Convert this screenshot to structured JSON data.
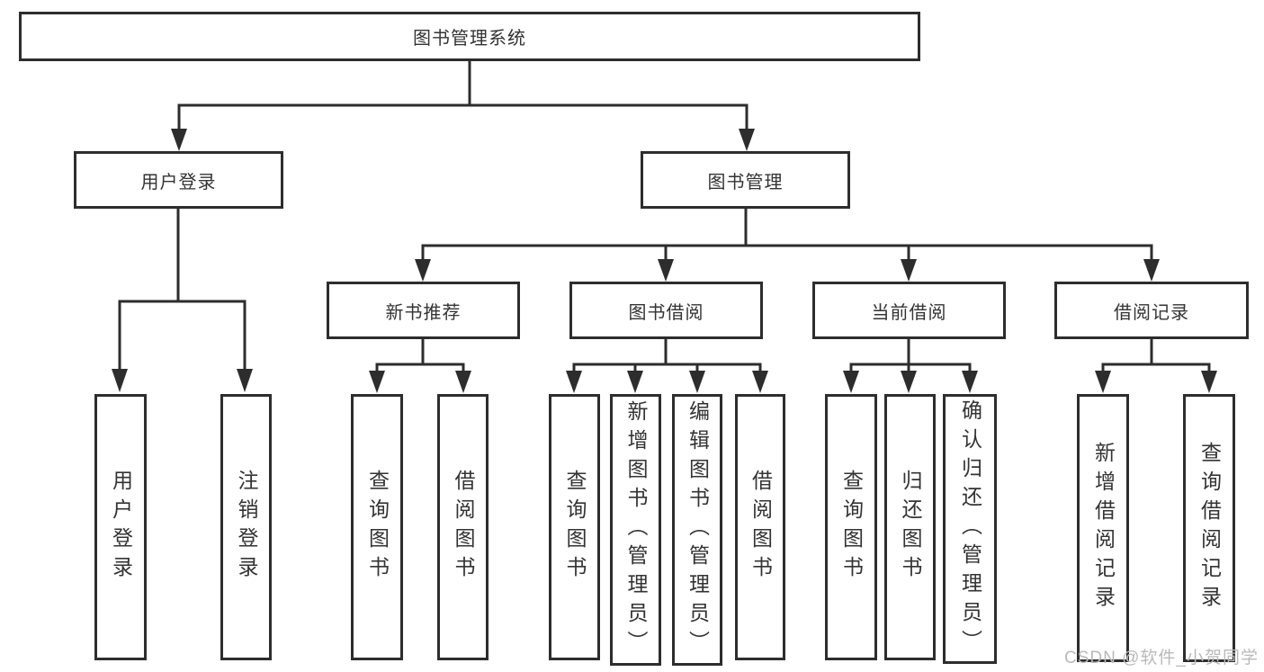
{
  "tree": {
    "label": "图书管理系统",
    "children": [
      {
        "label": "用户登录",
        "children": [
          {
            "label": "用户登录"
          },
          {
            "label": "注销登录"
          }
        ]
      },
      {
        "label": "图书管理",
        "children": [
          {
            "label": "新书推荐",
            "children": [
              {
                "label": "查询图书"
              },
              {
                "label": "借阅图书"
              }
            ]
          },
          {
            "label": "图书借阅",
            "children": [
              {
                "label": "查询图书"
              },
              {
                "label": "新增图书（管理员）"
              },
              {
                "label": "编辑图书（管理员）"
              },
              {
                "label": "借阅图书"
              }
            ]
          },
          {
            "label": "当前借阅",
            "children": [
              {
                "label": "查询图书"
              },
              {
                "label": "归还图书"
              },
              {
                "label": "确认归还（管理员）"
              }
            ]
          },
          {
            "label": "借阅记录",
            "children": [
              {
                "label": "新增借阅记录"
              },
              {
                "label": "查询借阅记录"
              }
            ]
          }
        ]
      }
    ]
  },
  "watermark": "CSDN @软件_小贺同学",
  "colors": {
    "line": "#2d2d2d",
    "box_border": "#2d2d2d",
    "text": "#333333",
    "watermark": "#b9b9b9",
    "background": "#ffffff"
  }
}
